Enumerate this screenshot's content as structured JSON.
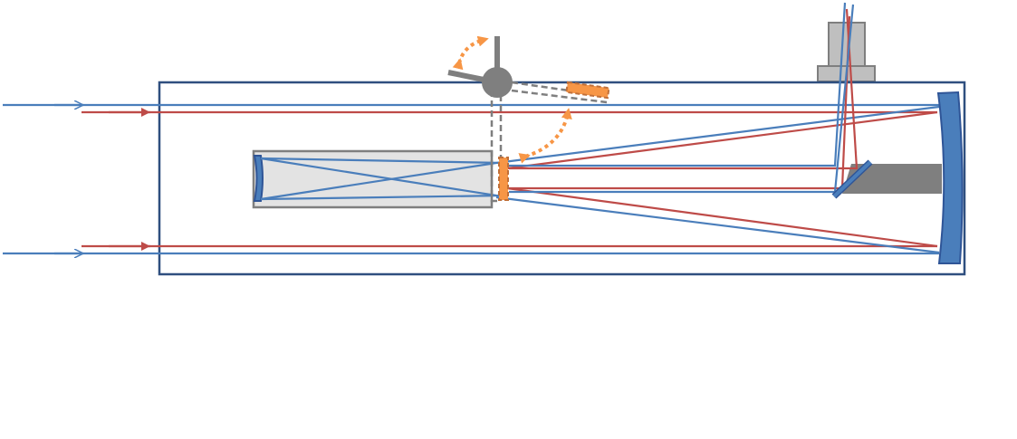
{
  "colors": {
    "tube_outline": "#2f4f7f",
    "blue_ray": "#4a7ebb",
    "red_ray": "#be4b48",
    "mirror_fill": "#4a7ebb",
    "mirror_stroke": "#2f5597",
    "flip_mirror": "#f79646",
    "mechanism_gray": "#7f7f7f",
    "camera_tube_fill": "#e3e3e3",
    "eyepiece_fill": "#bfbfbf"
  },
  "icons": [
    "primary-mirror",
    "secondary-diagonal-mirror",
    "eyepiece",
    "flip-mirror",
    "flip-lever",
    "camera-tube",
    "rotation-arrow"
  ]
}
